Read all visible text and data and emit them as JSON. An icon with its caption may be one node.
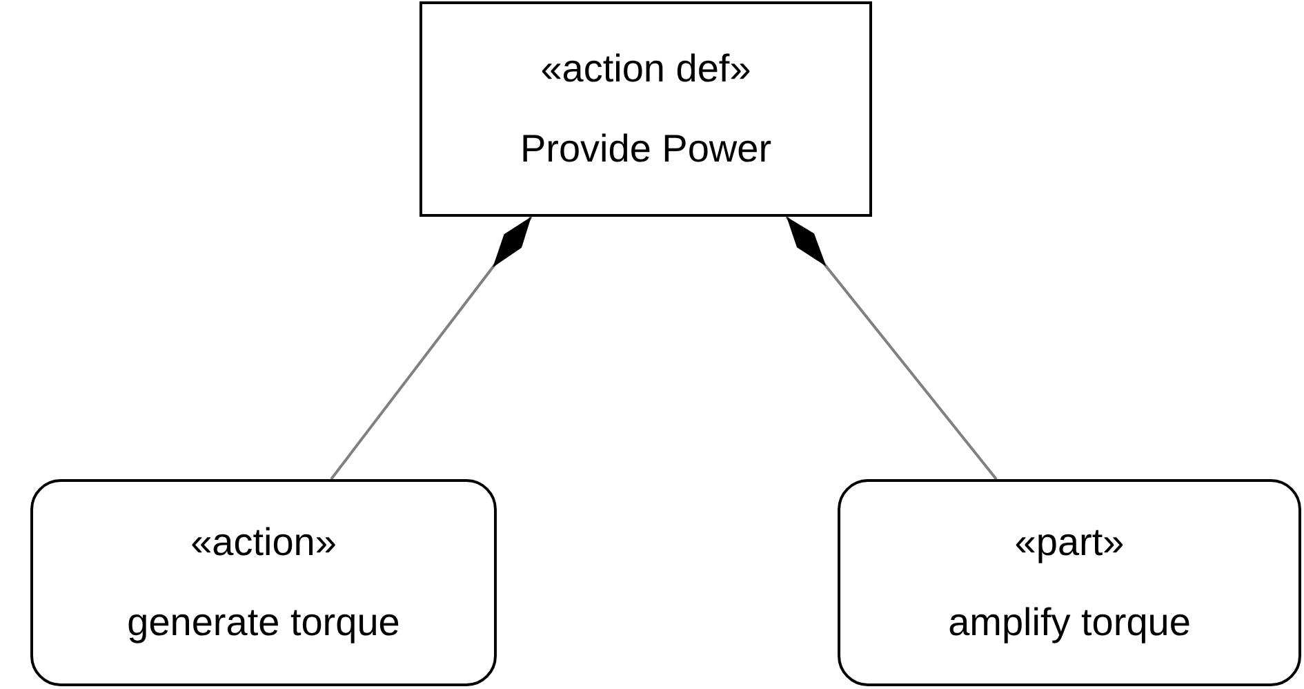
{
  "diagram": {
    "nodes": [
      {
        "text": [
          "«action def»",
          "Provide Power"
        ]
      },
      {
        "text": [
          "«action»",
          "generate torque"
        ]
      },
      {
        "text": [
          "«part»",
          "amplify torque"
        ]
      }
    ],
    "edges": [
      {
        "from": 0,
        "to": 1,
        "arrow": "other"
      },
      {
        "from": 0,
        "to": 2,
        "arrow": "other"
      }
    ]
  }
}
